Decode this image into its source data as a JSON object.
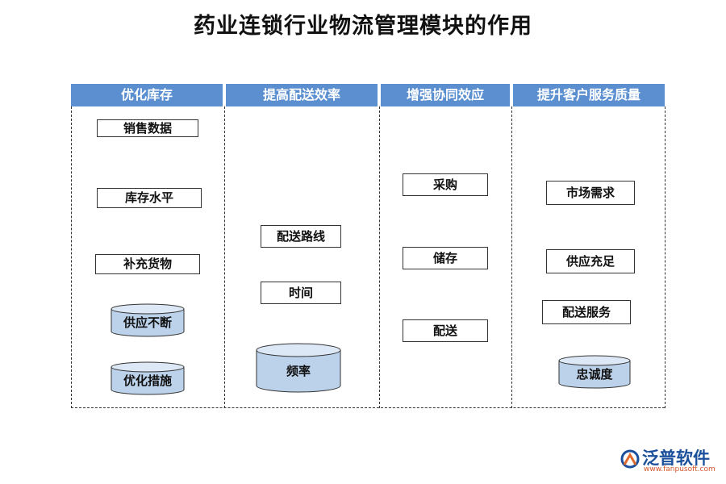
{
  "title": "药业连锁行业物流管理模块的作用",
  "columns": [
    {
      "header": "优化库存",
      "boxes": [
        "销售数据",
        "库存水平",
        "补充货物"
      ],
      "cylinders": [
        "供应不断",
        "优化措施"
      ]
    },
    {
      "header": "提高配送效率",
      "boxes": [
        "配送路线",
        "时间"
      ],
      "cylinders": [
        "频率"
      ]
    },
    {
      "header": "增强协同效应",
      "boxes": [
        "采购",
        "储存",
        "配送"
      ],
      "cylinders": []
    },
    {
      "header": "提升客户服务质量",
      "boxes": [
        "市场需求",
        "供应充足",
        "配送服务"
      ],
      "cylinders": [
        "忠诚度"
      ]
    }
  ],
  "watermark": {
    "brand": "泛普软件",
    "url": "www.fanpusoft.com",
    "icon": "fanpu-logo-icon"
  },
  "colors": {
    "header_bg": "#5b8fd0",
    "cylinder_fill": "#bcd2ea",
    "cylinder_top": "#dce8f5",
    "brand": "#1a4f9c",
    "url": "#d2552b"
  }
}
